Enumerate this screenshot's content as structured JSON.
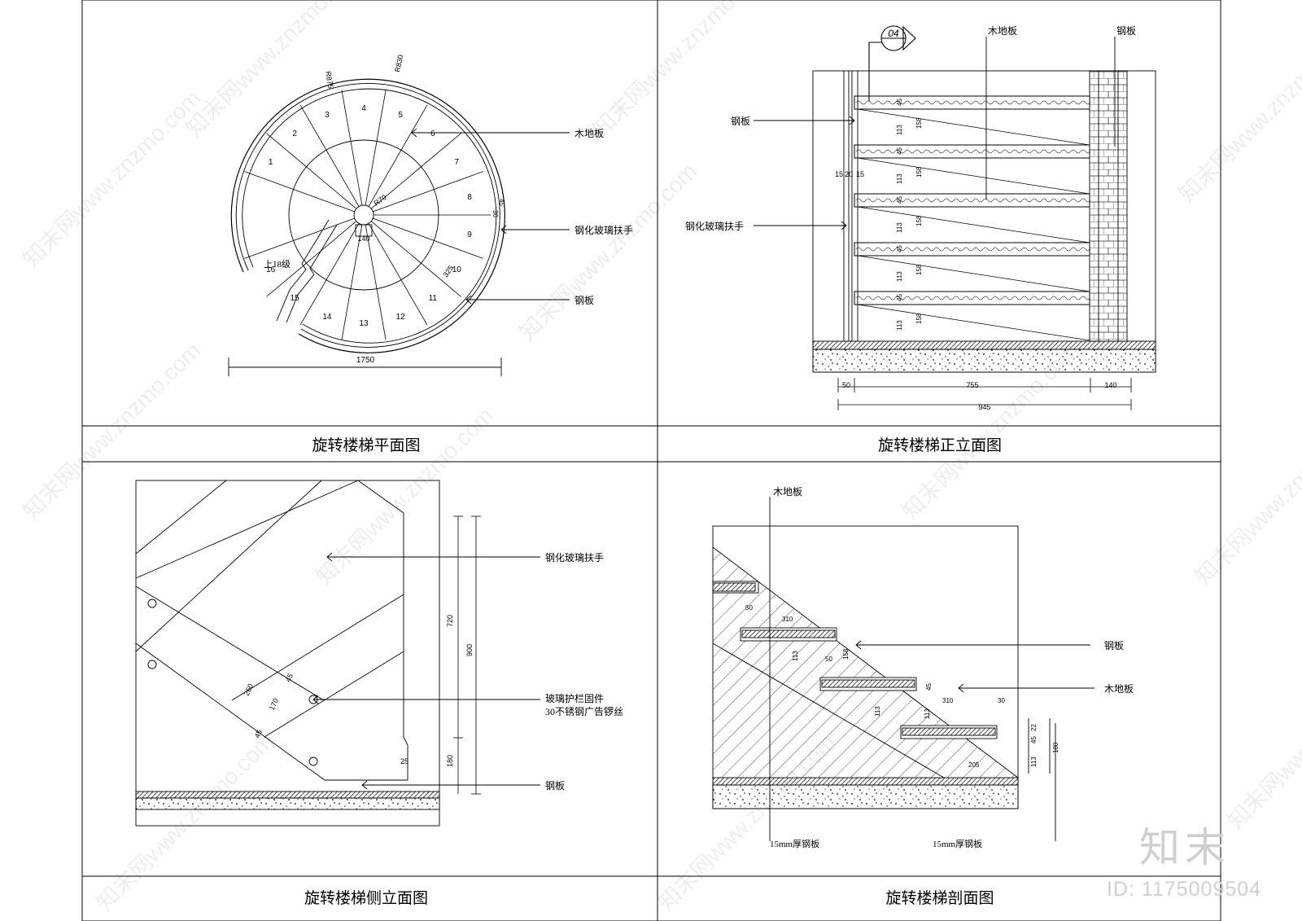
{
  "panels": {
    "plan": {
      "title": "旋转楼梯平面图",
      "labels": {
        "wood_floor": "木地板",
        "glass_handrail": "钢化玻璃扶手",
        "steel_plate": "钢板",
        "up_steps": "上18级"
      },
      "dims": {
        "width": "1750",
        "r875": "R875",
        "r830": "R830",
        "r70": "R70",
        "d140": "140",
        "d325": "325",
        "d45": "45",
        "d30": "30"
      },
      "step_numbers": [
        "1",
        "2",
        "3",
        "4",
        "5",
        "6",
        "7",
        "8",
        "9",
        "10",
        "11",
        "12",
        "13",
        "14",
        "15",
        "16"
      ]
    },
    "front": {
      "title": "旋转楼梯正立面图",
      "labels": {
        "wood_floor": "木地板",
        "steel_plate_left": "钢板",
        "steel_plate_right": "钢板",
        "glass_handrail": "钢化玻璃扶手",
        "callout": "04"
      },
      "dims": {
        "d50": "50",
        "d755": "755",
        "d140": "140",
        "d945": "945",
        "d15a": "15",
        "d20": "20",
        "d15b": "15",
        "d45": "45",
        "d113": "113",
        "d158": "158"
      }
    },
    "side": {
      "title": "旋转楼梯侧立面图",
      "labels": {
        "glass_handrail": "钢化玻璃扶手",
        "fixing_line1": "玻璃护栏固件",
        "fixing_line2": "30不锈钢广告锣丝",
        "steel_plate": "钢板"
      },
      "dims": {
        "d720": "720",
        "d900": "900",
        "d180": "180",
        "d260": "260",
        "d170": "170",
        "d45": "45",
        "d25": "25"
      }
    },
    "section": {
      "title": "旋转楼梯剖面图",
      "labels": {
        "wood_floor_top": "木地板",
        "steel_plate": "钢板",
        "wood_floor_right": "木地板",
        "plate_15_left": "15mm厚钢板",
        "plate_15_right": "15mm厚钢板"
      },
      "dims": {
        "d50": "50",
        "d310": "310",
        "d113": "113",
        "d158": "158",
        "d45": "45",
        "d30": "30",
        "d22": "22",
        "d180": "180",
        "d205": "205"
      }
    }
  },
  "watermark": {
    "logo_text": "知末",
    "id_text": "ID: 1175009504",
    "tile_text": "知末网www.znzmo.com"
  }
}
